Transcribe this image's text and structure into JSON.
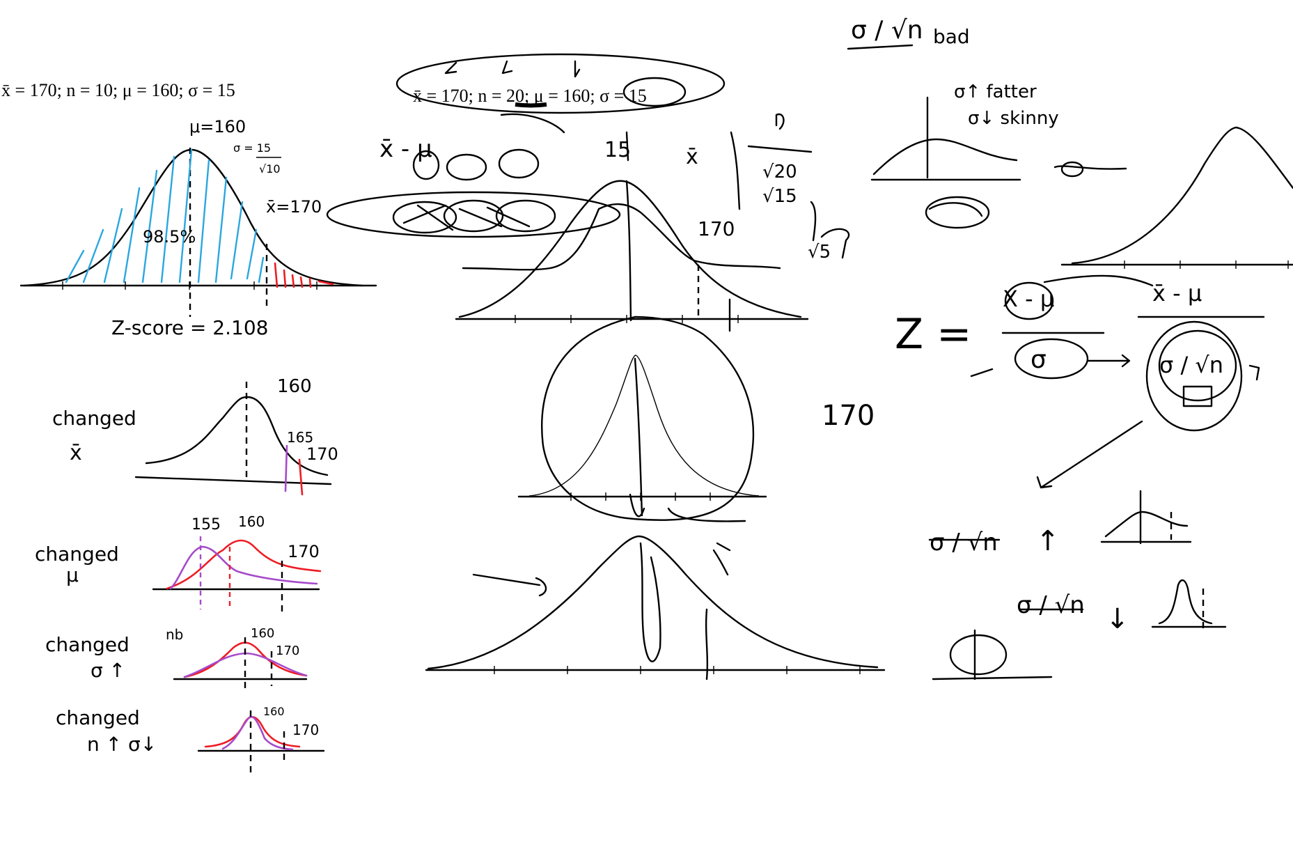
{
  "formulas": {
    "left_params": "x̄ = 170; n = 10; μ = 160; σ = 15",
    "center_params": "x̄ = 170; n = 20; μ = 160; σ = 15"
  },
  "left_panel": {
    "mu_label": "μ=160",
    "sigma_num": "σ = 15",
    "sigma_den": "√10",
    "xbar_label": "x̄=170",
    "percent": "98.5%",
    "z_score": "Z-score = 2.108",
    "changed_xbar": {
      "title": "changed",
      "symbol": "x̄",
      "mu": "160",
      "new": "165",
      "old": "170"
    },
    "changed_mu": {
      "title": "changed",
      "symbol": "μ",
      "new": "155",
      "old_mu": "160",
      "xbar": "170"
    },
    "changed_sigma": {
      "title": "changed",
      "symbol": "σ ↑",
      "mu": "160",
      "xbar": "170",
      "margin": "nb"
    },
    "changed_n_sigma": {
      "title": "changed",
      "symbol": "n ↑ σ↓",
      "mu": "160",
      "xbar": "170"
    }
  },
  "center_panel": {
    "xbar_minus_mu": "x̄ - μ",
    "marks": [
      "15",
      "x̄",
      "170",
      "170",
      "√20",
      "√15",
      "√5"
    ]
  },
  "right_panel": {
    "sigma_over_root_n": "σ / √n",
    "bad": "bad",
    "note_line1": "σ↑ fatter",
    "note_line2": "σ↓ skinny",
    "z_label": "Z =",
    "z_num_left": "X - μ",
    "z_den_left": "σ",
    "z_num_right": "x̄ - μ",
    "z_den_right": "σ / √n",
    "sigma_root_n_1": "σ / √n",
    "sigma_root_n_2": "σ / √n",
    "arrow_up": "↑",
    "arrow_down": "↓"
  },
  "colors": {
    "ink": "#000000",
    "shade_blue": "#2aa6e0",
    "red": "#ee1c24",
    "purple": "#a64ac9"
  }
}
